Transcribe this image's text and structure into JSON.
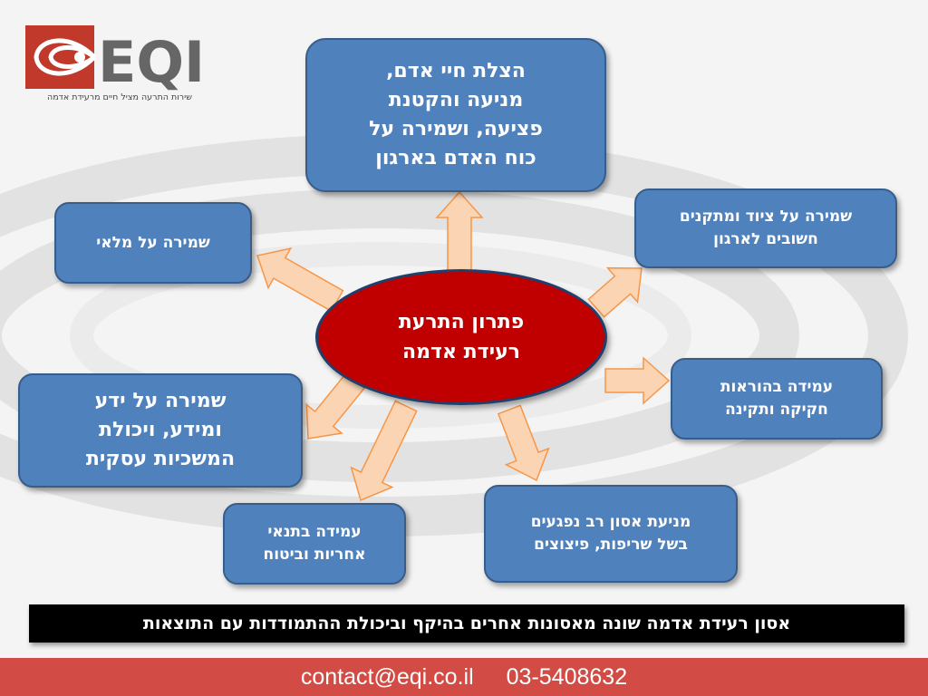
{
  "logo": {
    "wordmark": "EQI",
    "tagline": "שירות התרעה מציל חיים מרעידת אדמה"
  },
  "diagram": {
    "center": [
      "פתרון התרעת",
      "רעידת אדמה"
    ],
    "nodes": {
      "top": [
        "הצלת חיי אדם,",
        "מניעה והקטנת",
        "פציעה, ושמירה על",
        "כוח האדם בארגון"
      ],
      "top_right": [
        "שמירה על ציוד ומתקנים",
        "חשובים לארגון"
      ],
      "right": [
        "עמידה בהוראות",
        "חקיקה ותקינה"
      ],
      "bottom_right": [
        "מניעת אסון רב נפגעים",
        "בשל שריפות, פיצוצים"
      ],
      "bottom_left": [
        "עמידה בתנאי",
        "אחריות וביטוח"
      ],
      "left": [
        "שמירה על ידע",
        "ומידע, ויכולת",
        "המשכיות עסקית"
      ],
      "top_left": [
        "שמירה על מלאי"
      ]
    }
  },
  "banner": "אסון רעידת אדמה שונה מאסונות אחרים בהיקף וביכולת ההתמודדות עם התוצאות",
  "footer": {
    "email": "contact@eqi.co.il",
    "phone": "03-5408632"
  },
  "colors": {
    "box_fill": "#4f81bd",
    "box_border": "#385d8a",
    "center_fill": "#c00000",
    "arrow_fill": "#fbd4b4",
    "arrow_stroke": "#f79646",
    "footer_bg": "#d24b44",
    "logo_red": "#c0392b",
    "logo_gray": "#666666"
  },
  "icons": [
    "logo-swirl-icon"
  ]
}
